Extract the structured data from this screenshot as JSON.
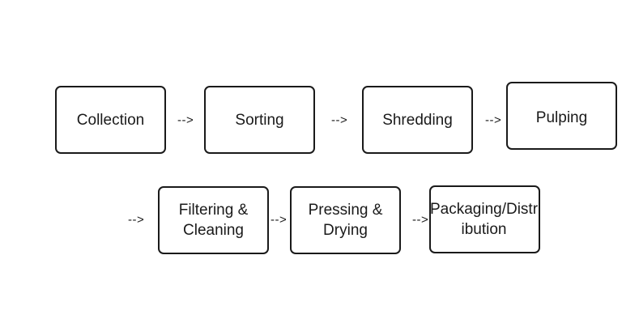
{
  "steps": [
    {
      "lines": [
        "Collection"
      ]
    },
    {
      "lines": [
        "Sorting"
      ]
    },
    {
      "lines": [
        "Shredding"
      ]
    },
    {
      "lines": [
        "Pulping"
      ]
    },
    {
      "lines": [
        "Filtering &",
        "Cleaning"
      ]
    },
    {
      "lines": [
        "Pressing &",
        "Drying"
      ]
    },
    {
      "lines": [
        "Packaging/Distr",
        "ibution"
      ]
    }
  ],
  "arrows": [
    "-->",
    "-->",
    "-->",
    "-->",
    "-->",
    "-->"
  ]
}
